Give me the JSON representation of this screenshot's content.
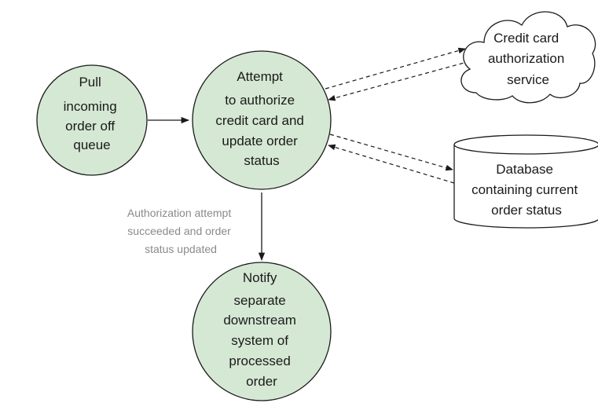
{
  "nodes": {
    "pull": {
      "lines": [
        "Pull",
        "incoming",
        "order off",
        "queue"
      ]
    },
    "authorize": {
      "lines": [
        "Attempt",
        "to authorize",
        "credit card and",
        "update order",
        "status"
      ]
    },
    "notify": {
      "lines": [
        "Notify",
        "separate",
        "downstream",
        "system of",
        "processed",
        "order"
      ]
    },
    "credit_service": {
      "lines": [
        "Credit card",
        "authorization",
        "service"
      ]
    },
    "database": {
      "lines": [
        "Database",
        "containing current",
        "order status"
      ]
    }
  },
  "edges": {
    "authorize_to_notify": {
      "label_lines": [
        "Authorization attempt",
        "succeeded and order",
        "status updated"
      ]
    }
  },
  "colors": {
    "process_fill": "#d5e8d4",
    "stroke": "#1a1a1a",
    "label_gray": "#8a8a8a"
  }
}
